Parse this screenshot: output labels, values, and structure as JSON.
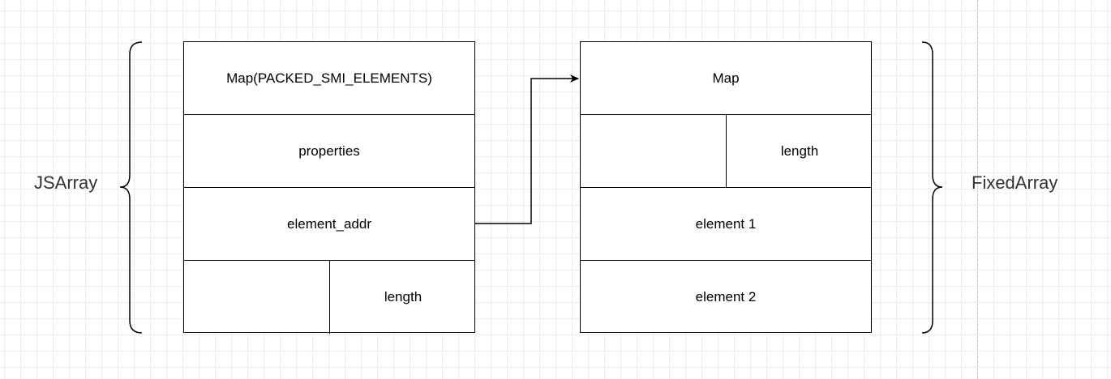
{
  "diagram": {
    "left_label": "JSArray",
    "right_label": "FixedArray",
    "jsarray": {
      "rows": [
        {
          "cells": [
            "Map(PACKED_SMI_ELEMENTS)"
          ]
        },
        {
          "cells": [
            "properties"
          ]
        },
        {
          "cells": [
            "element_addr"
          ]
        },
        {
          "cells": [
            "",
            "length"
          ]
        }
      ]
    },
    "fixedarray": {
      "rows": [
        {
          "cells": [
            "Map"
          ]
        },
        {
          "cells": [
            "",
            "length"
          ]
        },
        {
          "cells": [
            "element 1"
          ]
        },
        {
          "cells": [
            "element 2"
          ]
        }
      ]
    },
    "edges": [
      {
        "from": "jsarray.element_addr",
        "to": "fixedarray.map",
        "arrow": "end"
      }
    ],
    "colors": {
      "stroke": "#000000",
      "label_text": "#333333",
      "grid_minor": "#ececec",
      "grid_major": "#d6d6d6"
    }
  }
}
